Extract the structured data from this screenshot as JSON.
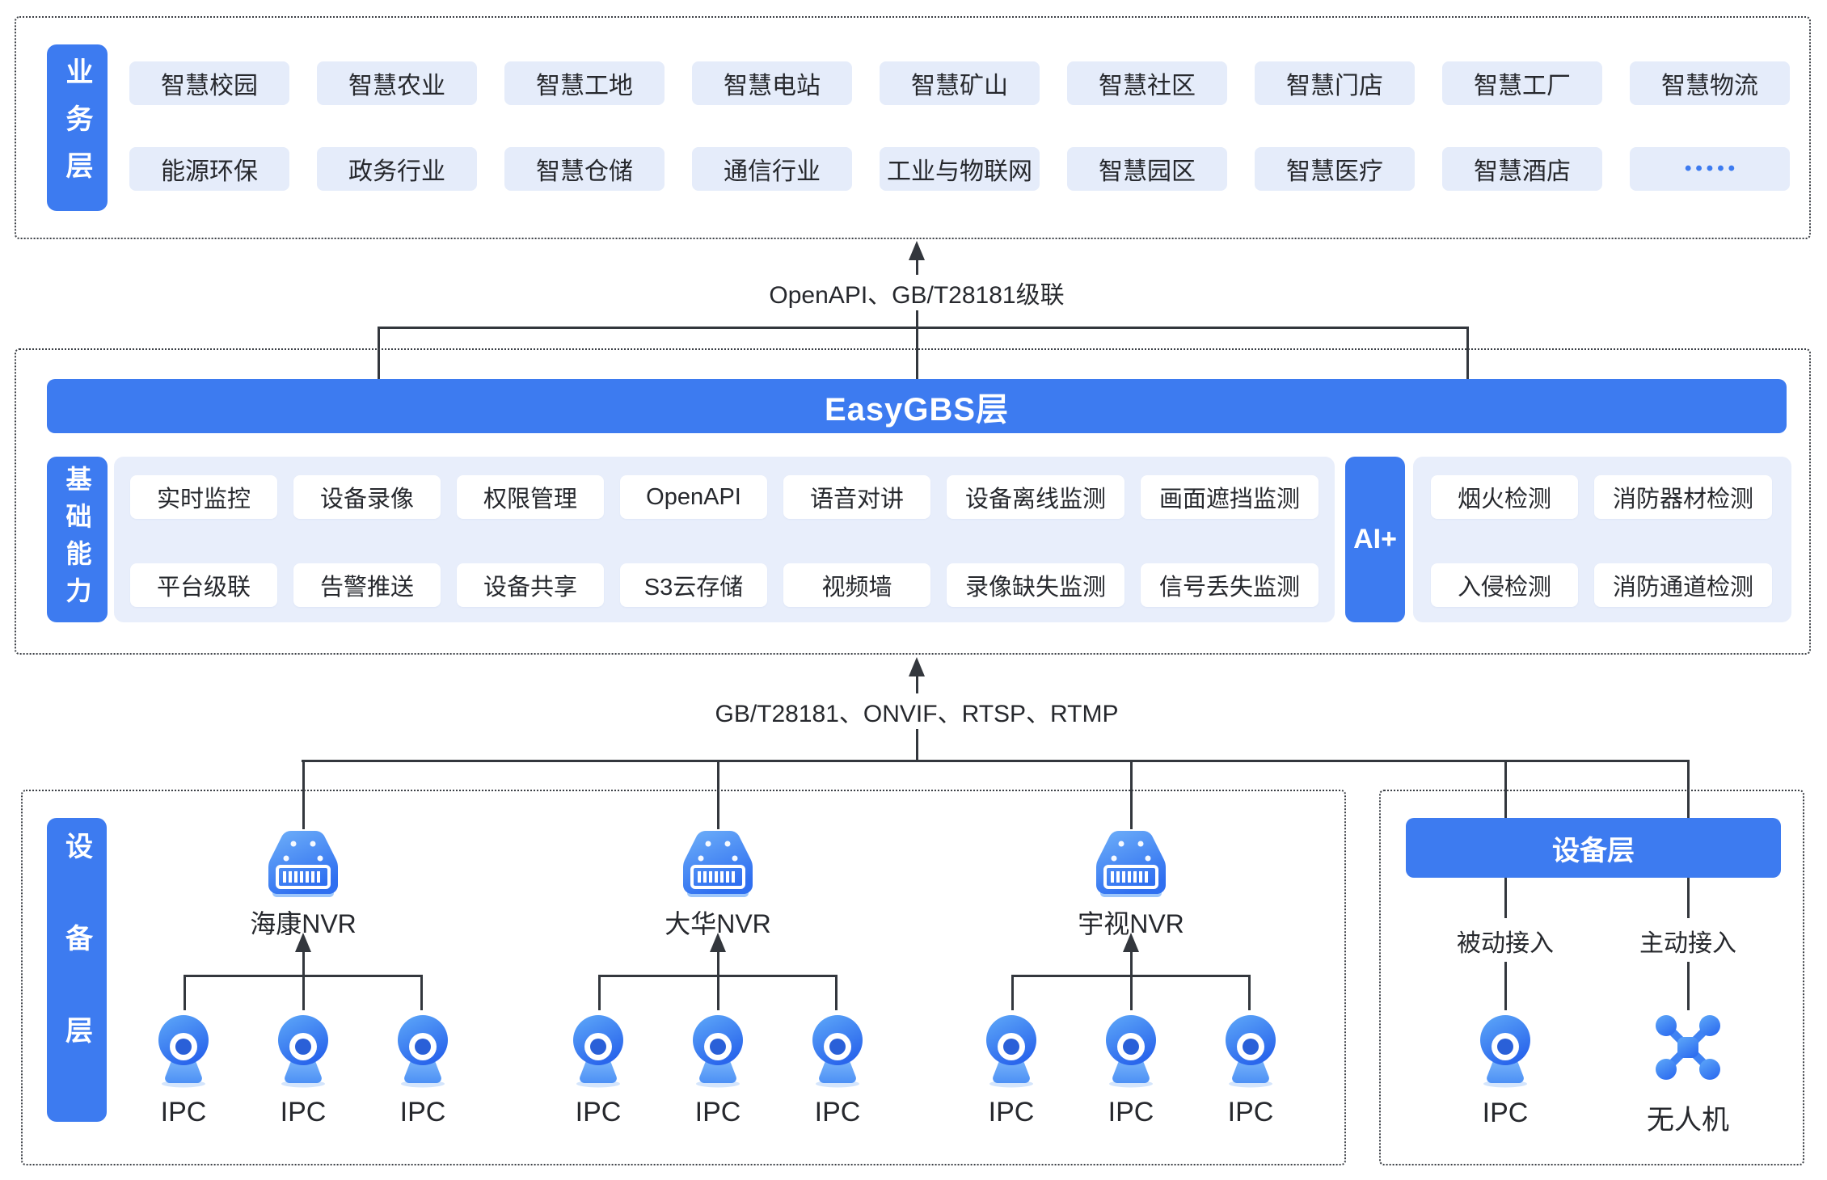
{
  "colors": {
    "accent": "#3d7bf0",
    "pill_bg": "#e5ecfa",
    "panel_bg": "#e8eefb",
    "text": "#26282d",
    "line": "#33373d"
  },
  "business_layer": {
    "label": "业务层",
    "rows": [
      [
        "智慧校园",
        "智慧农业",
        "智慧工地",
        "智慧电站",
        "智慧矿山",
        "智慧社区",
        "智慧门店",
        "智慧工厂",
        "智慧物流"
      ],
      [
        "能源环保",
        "政务行业",
        "智慧仓储",
        "通信行业",
        "工业与物联网",
        "智慧园区",
        "智慧医疗",
        "智慧酒店",
        "•••••"
      ]
    ]
  },
  "connectors": {
    "top_label": "OpenAPI、GB/T28181级联",
    "bottom_label": "GB/T28181、ONVIF、RTSP、RTMP"
  },
  "easygbs_layer": {
    "bar_label": "EasyGBS层",
    "basic": {
      "label": "基础能力",
      "rows": [
        [
          "实时监控",
          "设备录像",
          "权限管理",
          "OpenAPI",
          "语音对讲",
          "设备离线监测",
          "画面遮挡监测"
        ],
        [
          "平台级联",
          "告警推送",
          "设备共享",
          "S3云存储",
          "视频墙",
          "录像缺失监测",
          "信号丢失监测"
        ]
      ]
    },
    "ai": {
      "label": "AI+",
      "rows": [
        [
          "烟火检测",
          "消防器材检测"
        ],
        [
          "入侵检测",
          "消防通道检测"
        ]
      ]
    }
  },
  "device_layer": {
    "label": "设备层",
    "nvr_groups": [
      {
        "name": "海康NVR",
        "ipcs": [
          "IPC",
          "IPC",
          "IPC"
        ]
      },
      {
        "name": "大华NVR",
        "ipcs": [
          "IPC",
          "IPC",
          "IPC"
        ]
      },
      {
        "name": "宇视NVR",
        "ipcs": [
          "IPC",
          "IPC",
          "IPC"
        ]
      }
    ],
    "right_box": {
      "header": "设备层",
      "columns": [
        {
          "access": "被动接入",
          "device": "IPC",
          "icon": "ipc-icon"
        },
        {
          "access": "主动接入",
          "device": "无人机",
          "icon": "drone-icon"
        }
      ]
    }
  }
}
